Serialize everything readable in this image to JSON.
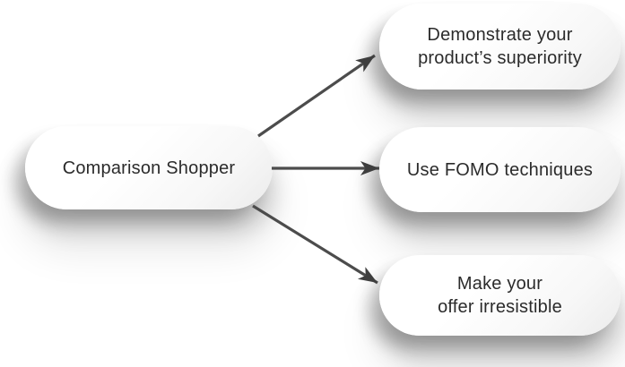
{
  "diagram": {
    "type": "mindmap",
    "root": {
      "label": "Comparison Shopper"
    },
    "branches": [
      {
        "line1": "Demonstrate your",
        "line2": "product’s superiority"
      },
      {
        "line1": "Use FOMO techniques",
        "line2": ""
      },
      {
        "line1": "Make your",
        "line2": "offer irresistible"
      }
    ],
    "edges": [
      {
        "from": "Comparison Shopper",
        "to": "Demonstrate your product’s superiority"
      },
      {
        "from": "Comparison Shopper",
        "to": "Use FOMO techniques"
      },
      {
        "from": "Comparison Shopper",
        "to": "Make your offer irresistible"
      }
    ]
  },
  "colors": {
    "background": "#ffffff",
    "node_fill_top": "#ffffff",
    "node_fill_bottom": "#ebebeb",
    "text": "#2b2b2b",
    "arrow": "#4c4c4c",
    "arrow_head": "#3e3e3e",
    "shadow": "rgba(0,0,0,0.20)"
  }
}
